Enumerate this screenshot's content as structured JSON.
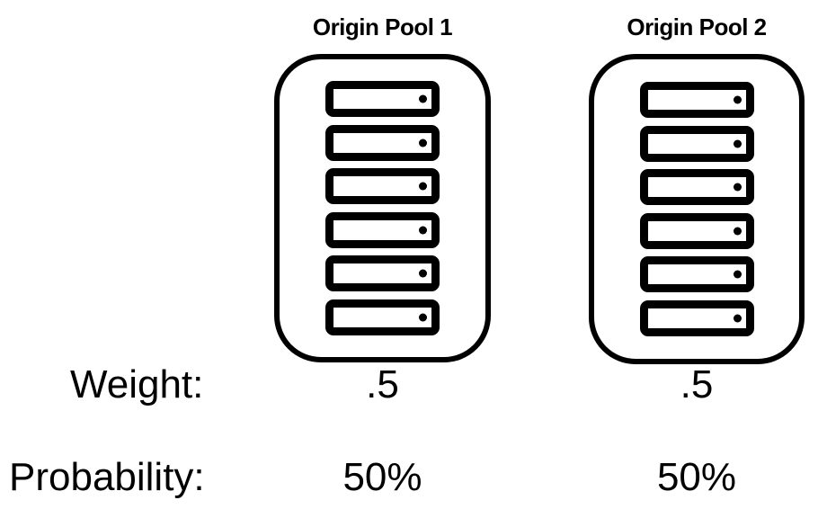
{
  "diagram": {
    "pools": [
      {
        "title": "Origin Pool 1",
        "server_count": 6,
        "weight": ".5",
        "probability": "50%"
      },
      {
        "title": "Origin Pool 2",
        "server_count": 6,
        "weight": ".5",
        "probability": "50%"
      }
    ],
    "labels": {
      "weight": "Weight:",
      "probability": "Probability:"
    }
  },
  "colors": {
    "foreground": "#000000",
    "background": "#ffffff"
  }
}
